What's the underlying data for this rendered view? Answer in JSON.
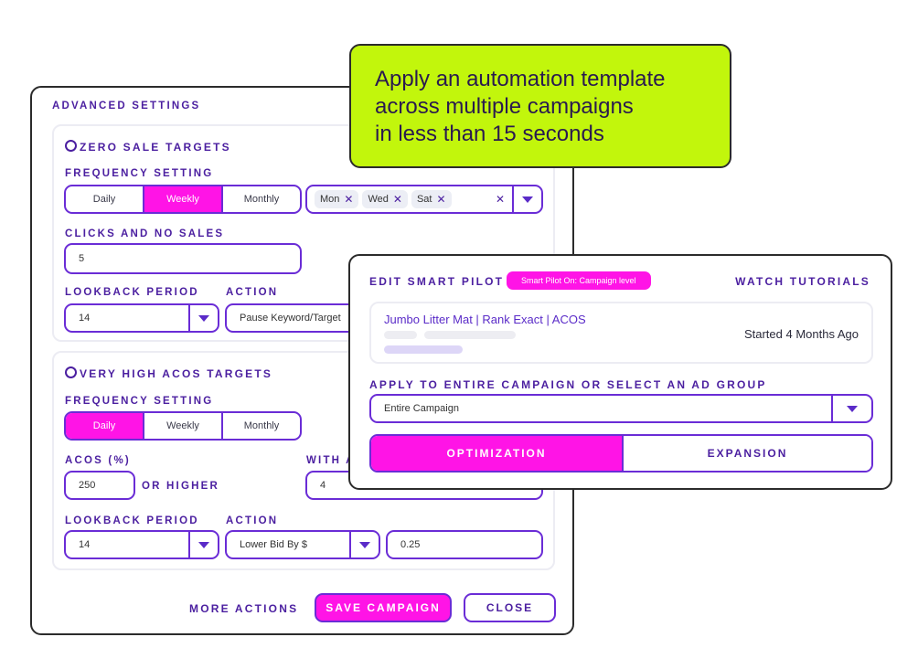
{
  "callout": {
    "line1": "Apply an automation template",
    "line2": "across multiple campaigns",
    "line3": "in less than 15 seconds"
  },
  "advanced": {
    "title": "ADVANCED SETTINGS",
    "zero_sale": {
      "title": "ZERO SALE TARGETS",
      "frequency_label": "FREQUENCY SETTING",
      "frequency_options": [
        "Daily",
        "Weekly",
        "Monthly"
      ],
      "frequency_selected": "Weekly",
      "days": [
        "Mon",
        "Wed",
        "Sat"
      ],
      "clicks_label": "CLICKS AND NO SALES",
      "clicks_value": "5",
      "lookback_label": "LOOKBACK PERIOD",
      "lookback_value": "14",
      "action_label": "ACTION",
      "action_value": "Pause Keyword/Target"
    },
    "high_acos": {
      "title": "VERY HIGH ACOS TARGETS",
      "frequency_label": "FREQUENCY SETTING",
      "frequency_options": [
        "Daily",
        "Weekly",
        "Monthly"
      ],
      "frequency_selected": "Daily",
      "acos_label": "ACOS (%)",
      "acos_value": "250",
      "or_higher": "OR HIGHER",
      "with_label_partial": "WITH A",
      "with_value": "4",
      "lookback_label": "LOOKBACK PERIOD",
      "lookback_value": "14",
      "action_label": "ACTION",
      "action_value": "Lower Bid By $",
      "amount_value": "0.25"
    },
    "more_actions": "MORE ACTIONS",
    "save_label": "SAVE CAMPAIGN",
    "close_label": "CLOSE"
  },
  "smart_pilot": {
    "title": "EDIT SMART PILOT",
    "badge": "Smart Pilot On: Campaign level",
    "tutorials": "WATCH TUTORIALS",
    "campaign_name": "Jumbo Litter Mat | Rank Exact | ACOS",
    "started": "Started 4 Months Ago",
    "apply_label": "APPLY TO ENTIRE CAMPAIGN OR SELECT AN AD GROUP",
    "apply_value": "Entire Campaign",
    "tabs": [
      "OPTIMIZATION",
      "EXPANSION"
    ],
    "active_tab": "OPTIMIZATION"
  },
  "colors": {
    "accent_pink": "#ff14e6",
    "accent_purple": "#6a2cd6",
    "callout_green": "#c2f60c",
    "label_purple": "#4b1fa0"
  }
}
